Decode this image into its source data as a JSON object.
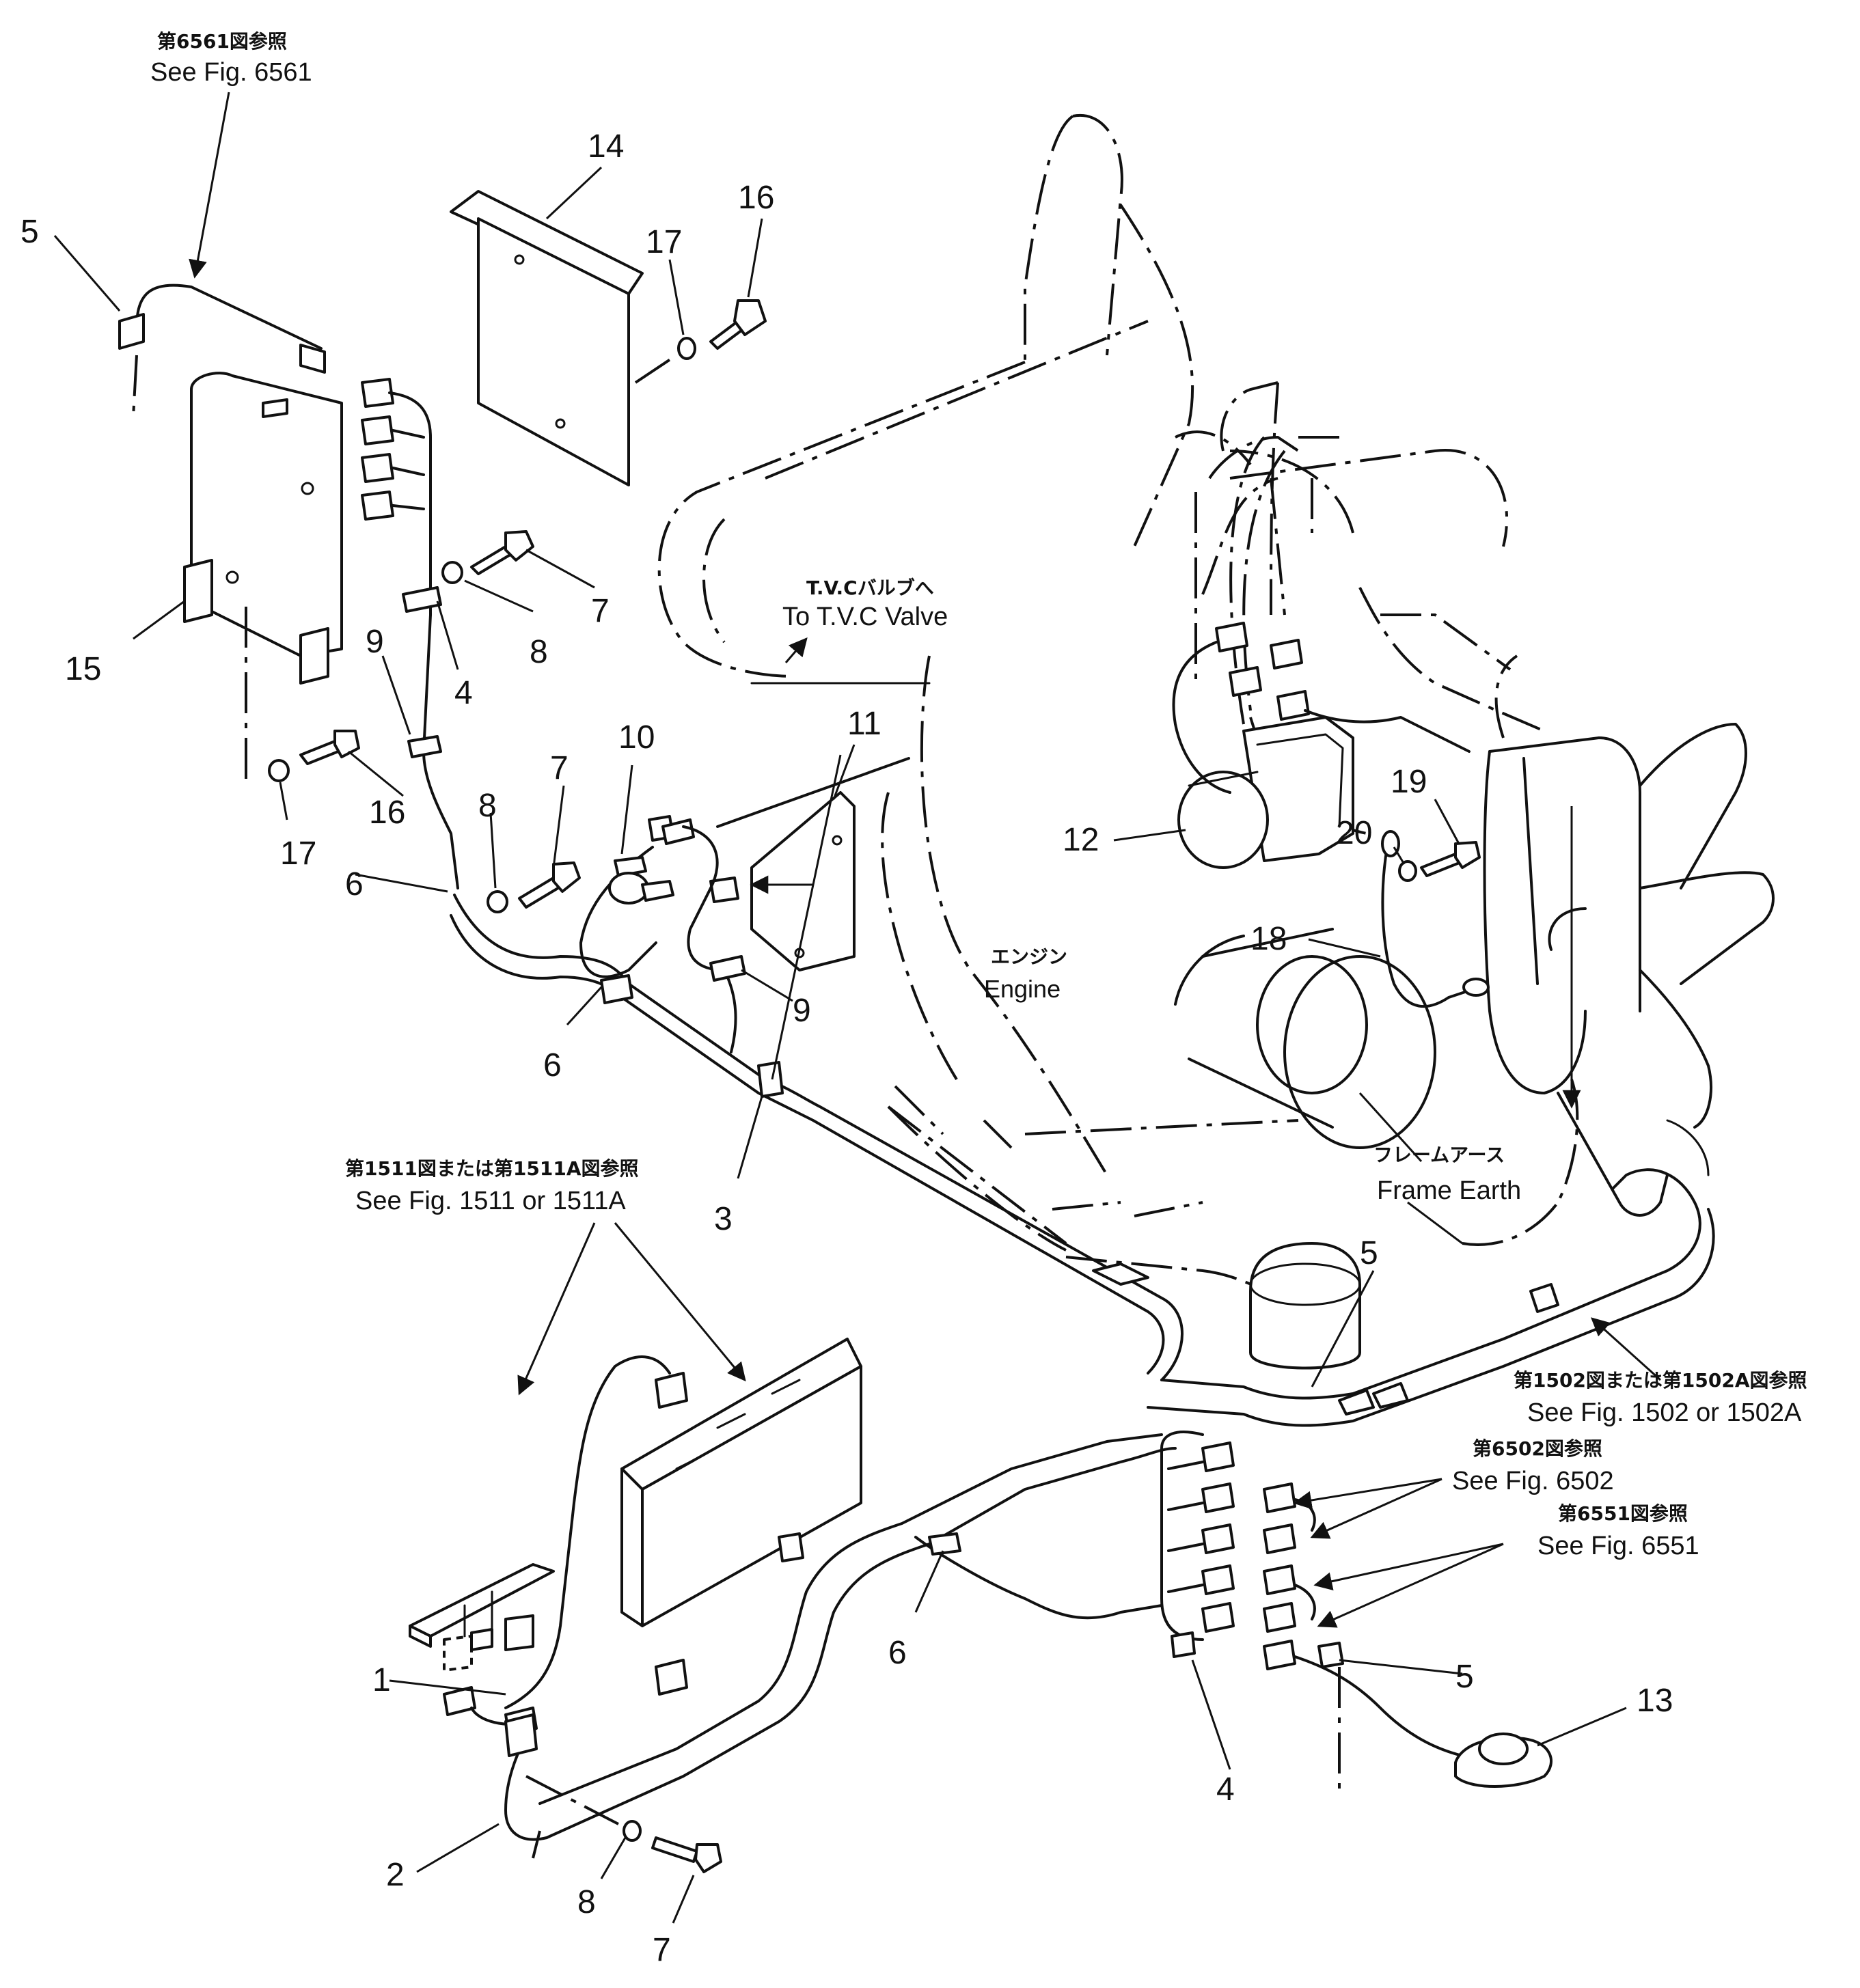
{
  "references": {
    "fig6561": {
      "jp": "第6561図参照",
      "en": "See Fig. 6561"
    },
    "fig1511": {
      "jp": "第1511図または第1511A図参照",
      "en": "See Fig. 1511 or 1511A"
    },
    "fig1502": {
      "jp": "第1502図または第1502A図参照",
      "en": "See Fig. 1502 or 1502A"
    },
    "fig6502": {
      "jp": "第6502図参照",
      "en": "See Fig. 6502"
    },
    "fig6551": {
      "jp": "第6551図参照",
      "en": "See Fig. 6551"
    }
  },
  "labels": {
    "tvc": {
      "jp": "T.V.Cバルブへ",
      "en": "To T.V.C Valve"
    },
    "engine": {
      "jp": "エンジン",
      "en": "Engine"
    },
    "frame_earth": {
      "jp": "フレームアース",
      "en": "Frame Earth"
    }
  },
  "callouts": {
    "c1": "1",
    "c2": "2",
    "c3": "3",
    "c4a": "4",
    "c4b": "4",
    "c5a": "5",
    "c5b": "5",
    "c5c": "5",
    "c6a": "6",
    "c6b": "6",
    "c6c": "6",
    "c7a": "7",
    "c7b": "7",
    "c7c": "7",
    "c8a": "8",
    "c8b": "8",
    "c8c": "8",
    "c9a": "9",
    "c9b": "9",
    "c10": "10",
    "c11": "11",
    "c12": "12",
    "c13": "13",
    "c14": "14",
    "c15": "15",
    "c16a": "16",
    "c16b": "16",
    "c17a": "17",
    "c17b": "17",
    "c18": "18",
    "c19": "19",
    "c20": "20"
  }
}
